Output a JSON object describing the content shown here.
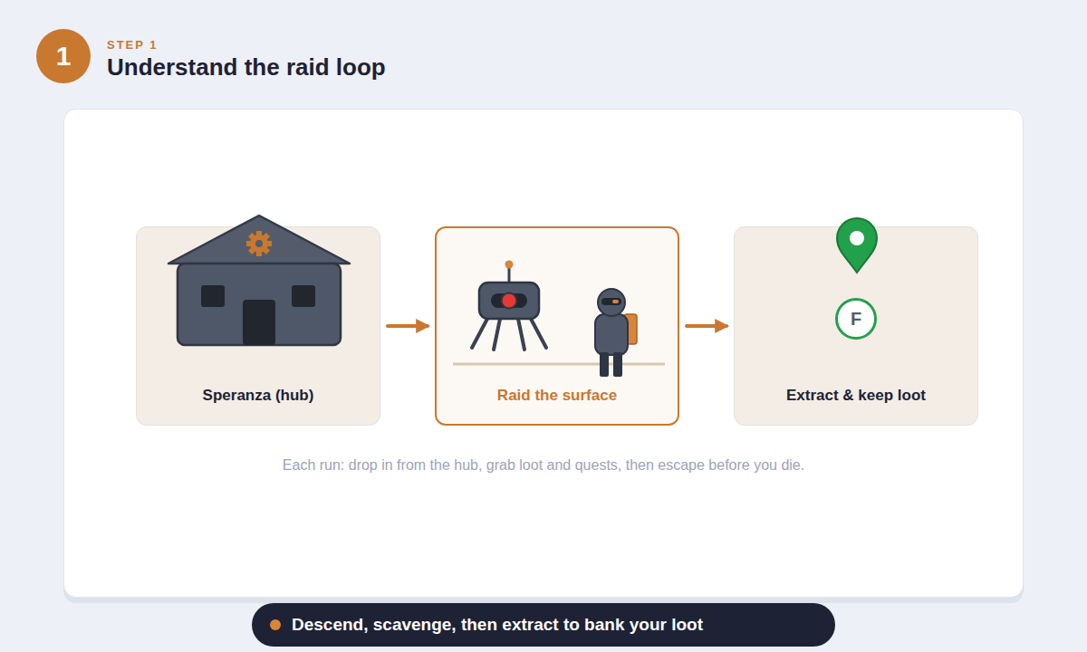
{
  "diagram": {
    "title": "Understand the raid loop",
    "caption": "Each run: drop in from the hub, grab loot and quests, then escape before you die.",
    "nodes": [
      {
        "text": [
          "1"
        ]
      },
      {
        "text": [
          "Speranza (hub)"
        ]
      },
      {
        "text": [
          "Raid the surface"
        ]
      },
      {
        "text": [
          "Extract & keep loot"
        ]
      },
      {
        "text": [
          "F"
        ],
        "in": 3
      },
      {
        "text": [
          "Descend, scavenge, then extract to bank your loot"
        ]
      }
    ],
    "edges": [
      {
        "from": 1,
        "to": 2,
        "arrow": "to"
      },
      {
        "from": 2,
        "to": 3,
        "arrow": "to"
      }
    ],
    "labels": [
      "STEP 1"
    ]
  }
}
